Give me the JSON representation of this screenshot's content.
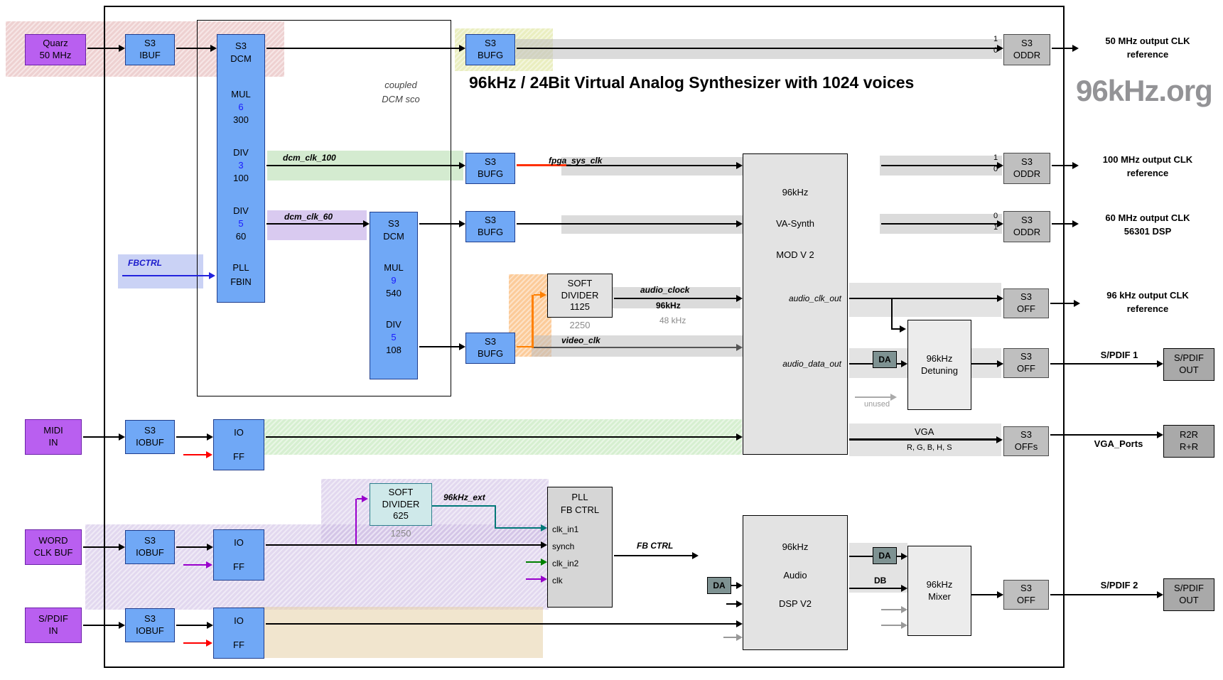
{
  "title": "96kHz / 24Bit Virtual Analog Synthesizer with 1024 voices",
  "logo": "96kHz.org",
  "note": {
    "l1": "coupled",
    "l2": "DCM sco"
  },
  "blocks": {
    "quarz": {
      "l1": "Quarz",
      "l2": "50 MHz"
    },
    "midi": {
      "l1": "MIDI",
      "l2": "IN"
    },
    "wordclk": {
      "l1": "WORD",
      "l2": "CLK BUF"
    },
    "spdifin": {
      "l1": "S/PDIF",
      "l2": "IN"
    },
    "ibuf": {
      "l1": "S3",
      "l2": "IBUF"
    },
    "iobuf": {
      "l1": "S3",
      "l2": "IOBUF"
    },
    "ioff": {
      "l1": "IO",
      "l2": "FF"
    },
    "bufg": {
      "l1": "S3",
      "l2": "BUFG"
    },
    "oddr": {
      "l1": "S3",
      "l2": "ODDR"
    },
    "off": {
      "l1": "S3",
      "l2": "OFF"
    },
    "offs": {
      "l1": "S3",
      "l2": "OFFs"
    },
    "dcm1": {
      "l1": "S3",
      "l2": "DCM",
      "mul": "MUL",
      "mul_v": "6",
      "mul_o": "300",
      "diva": "DIV",
      "diva_v": "3",
      "diva_o": "100",
      "divb": "DIV",
      "divb_v": "5",
      "divb_o": "60",
      "pll": "PLL",
      "fbin": "FBIN"
    },
    "dcm2": {
      "l1": "S3",
      "l2": "DCM",
      "mul": "MUL",
      "mul_v": "9",
      "mul_o": "540",
      "div": "DIV",
      "div_v": "5",
      "div_o": "108"
    },
    "softdiv1": {
      "l1": "SOFT",
      "l2": "DIVIDER",
      "l3": "1125",
      "sub": "2250"
    },
    "softdiv2": {
      "l1": "SOFT",
      "l2": "DIVIDER",
      "l3": "625",
      "sub": "1250"
    },
    "pllfb": {
      "l1": "PLL",
      "l2": "FB CTRL",
      "p1": "clk_in1",
      "p2": "synch",
      "p3": "clk_in2",
      "p4": "clk"
    },
    "vasynth": {
      "l1": "96kHz",
      "l2": "VA-Synth",
      "l3": "MOD V 2",
      "p1": "audio_clk_out",
      "p2": "audio_data_out"
    },
    "dsp": {
      "l1": "96kHz",
      "l2": "Audio",
      "l3": "DSP V2"
    },
    "detuning": {
      "l1": "96kHz",
      "l2": "Detuning"
    },
    "mixer": {
      "l1": "96kHz",
      "l2": "Mixer"
    },
    "spdifout": {
      "l1": "S/PDIF",
      "l2": "OUT"
    },
    "r2r": {
      "l1": "R2R",
      "l2": "R+R"
    },
    "da": "DA",
    "db": "DB"
  },
  "bits": {
    "oddr50": {
      "t": "1",
      "b": "0"
    },
    "oddr100": {
      "t": "1",
      "b": "0"
    },
    "oddr60": {
      "t": "0",
      "b": "1"
    }
  },
  "nets": {
    "dcm_clk_100": "dcm_clk_100",
    "dcm_clk_60": "dcm_clk_60",
    "fbctrl": "FBCTRL",
    "fpga_sys_clk": "fpga_sys_clk",
    "audio_clock": "audio_clock",
    "audio_96k": "96kHz",
    "audio_48k": "48 kHz",
    "video_clk": "video_clk",
    "ext96k": "96kHz_ext",
    "fb_ctrl": "FB CTRL",
    "vga": "VGA",
    "rgbhs": "R, G, B, H, S",
    "unused": "unused",
    "spdif1": "S/PDIF 1",
    "spdif2": "S/PDIF 2",
    "vga_ports": "VGA_Ports"
  },
  "outputs": {
    "clk50": {
      "l1": "50 MHz output CLK",
      "l2": "reference"
    },
    "clk100": {
      "l1": "100 MHz output CLK",
      "l2": "reference"
    },
    "clk60": {
      "l1": "60 MHz output CLK",
      "l2": "56301 DSP"
    },
    "clk96": {
      "l1": "96 kHz output CLK",
      "l2": "reference"
    }
  },
  "colors": {
    "block_blue": "#70a8f6",
    "block_purple": "#b95ff0",
    "digit_blue": "#1a1aff",
    "wire_red": "#ff0000",
    "wire_orange": "#ff8000",
    "wire_green": "#008000",
    "wire_purple": "#9900cc",
    "wire_teal": "#007878",
    "wire_blue": "#2222dd",
    "logo_gray": "#939396"
  }
}
